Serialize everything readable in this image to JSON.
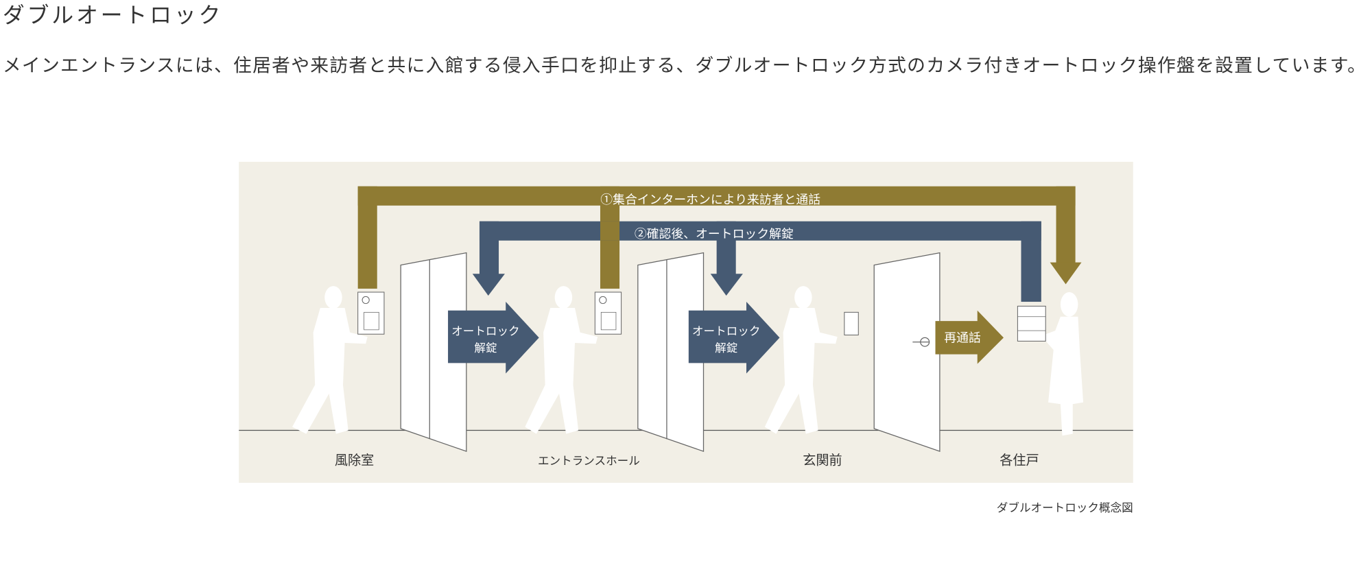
{
  "title": "ダブルオートロック",
  "description": "メインエントランスには、住居者や来訪者と共に入館する侵入手口を抑止する、ダブルオートロック方式のカメラ付きオートロック操作盤を設置しています。",
  "diagram": {
    "step1": "①集合インターホンにより来訪者と通話",
    "step2": "②確認後、オートロック解錠",
    "unlock_line1": "オートロック",
    "unlock_line2": "解錠",
    "recall": "再通話",
    "locations": [
      "風除室",
      "エントランスホール",
      "玄関前",
      "各住戸"
    ],
    "colors": {
      "gold": "#8f7b33",
      "navy": "#465a73",
      "background": "#f2efe6"
    }
  },
  "caption": "ダブルオートロック概念図"
}
